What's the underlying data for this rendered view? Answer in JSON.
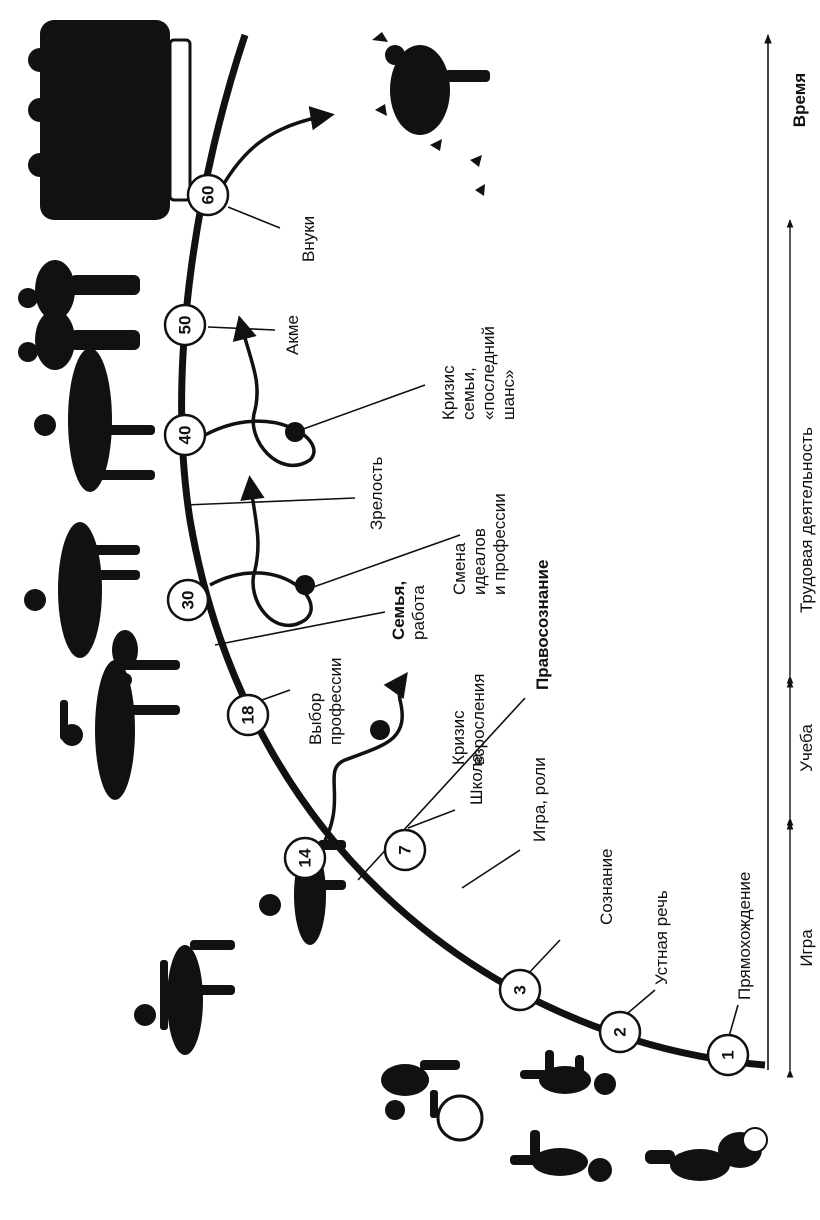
{
  "axis": {
    "title": "Время",
    "periods": [
      "Игра",
      "Учеба",
      "Трудовая деятельность"
    ]
  },
  "ages": [
    "1",
    "2",
    "3",
    "7",
    "14",
    "18",
    "30",
    "40",
    "50",
    "60"
  ],
  "labels": {
    "upright": "Прямохождение",
    "speech": "Устная речь",
    "consciousness": "Сознание",
    "game_roles": "Игра, роли",
    "school": "Школа",
    "legal": "Правосознание",
    "crisis_growing": [
      "Кризис",
      "взросления"
    ],
    "profession_choice": [
      "Выбор",
      "профессии"
    ],
    "family_work": [
      "Семья,",
      "работа"
    ],
    "ideals_change": [
      "Смена",
      "идеалов",
      "и профессии"
    ],
    "maturity": "Зрелость",
    "crisis_family": [
      "Кризис",
      "семьи,",
      "«последний",
      "шанс»"
    ],
    "acme": "Акме",
    "grandchildren": "Внуки"
  }
}
